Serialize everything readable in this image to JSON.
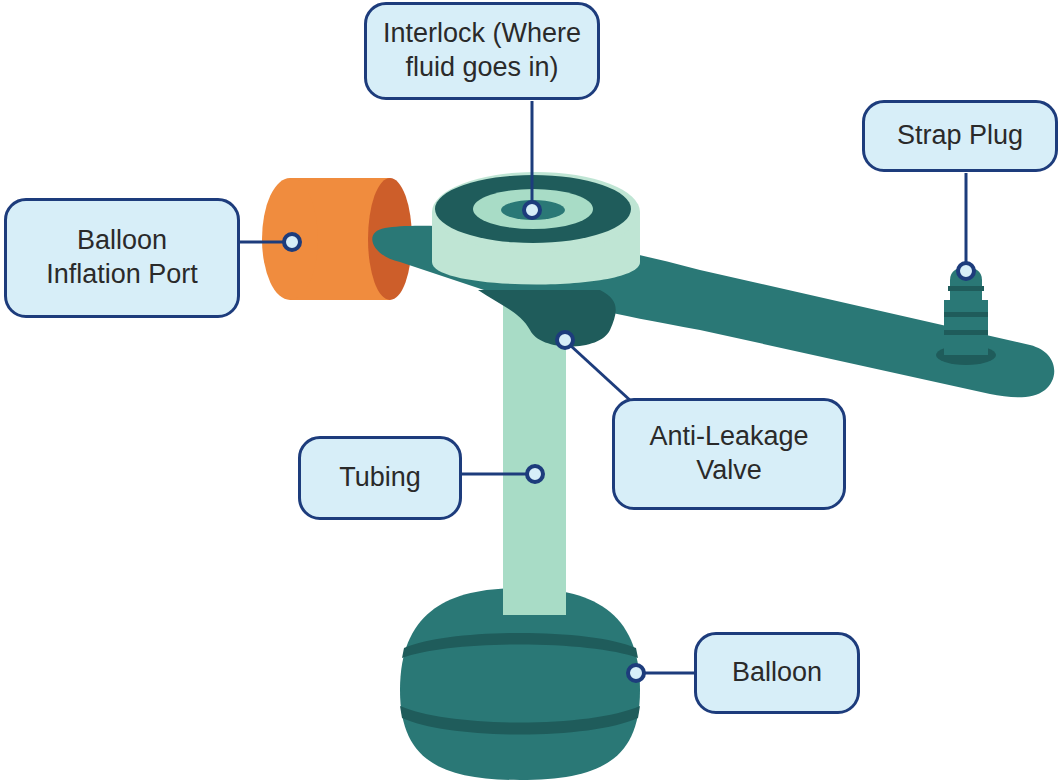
{
  "diagram": {
    "nodes": [
      {
        "text": [
          "Interlock (Where fluid goes in)"
        ]
      },
      {
        "text": [
          "Strap Plug"
        ]
      },
      {
        "text": [
          "Balloon Inflation Port"
        ]
      },
      {
        "text": [
          "Anti-Leakage Valve"
        ]
      },
      {
        "text": [
          "Tubing"
        ]
      },
      {
        "text": [
          "Balloon"
        ]
      }
    ]
  }
}
